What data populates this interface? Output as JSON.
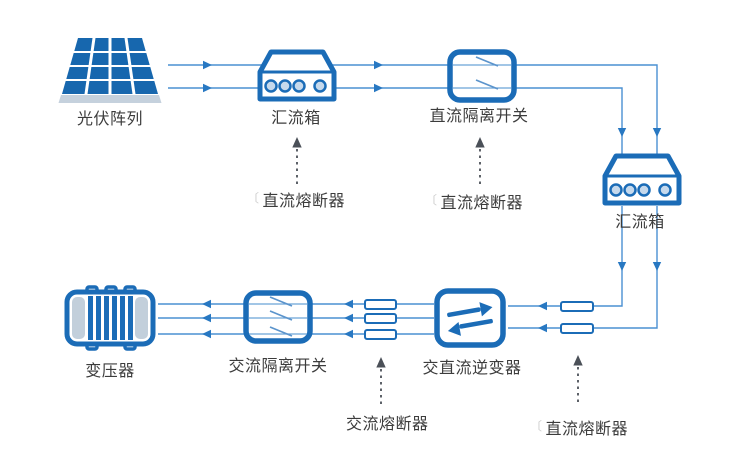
{
  "diagram": {
    "type": "flow-diagram",
    "subject": "photovoltaic power generation system wiring",
    "colors": {
      "background": "#ffffff",
      "component_border": "#1b6cb7",
      "wire": "#4a90d2",
      "arrowhead": "#2878c2",
      "component_fill": "#ffffff",
      "port_circle_fill": "#c6d9ec",
      "gray_panel": "#c2cfdb",
      "pv_cell": "#1767ae",
      "pv_base": "#c5d1dd",
      "dashed_annotation": "#4b5058",
      "label_text": "#3c3c3c",
      "bracket_artifact": "#cbcbcb"
    },
    "nodes": {
      "pv_array": {
        "label": "光伏阵列",
        "icon": "solar-panel"
      },
      "combiner_box_1": {
        "label": "汇流箱",
        "icon": "combiner-box"
      },
      "dc_isolator": {
        "label": "直流隔离开关",
        "icon": "switch-2-pole"
      },
      "combiner_box_2": {
        "label": "汇流箱",
        "icon": "combiner-box"
      },
      "transformer": {
        "label": "变压器",
        "icon": "transformer"
      },
      "ac_isolator": {
        "label": "交流隔离开关",
        "icon": "switch-3-pole"
      },
      "inverter": {
        "label": "交直流逆变器",
        "icon": "dc-ac-arrows"
      }
    },
    "annotations": {
      "dc_fuse_after_combiner_1": {
        "bracket": "〔",
        "label": "直流熔断器"
      },
      "dc_fuse_after_isolator": {
        "bracket": "〔",
        "label": "直流熔断器"
      },
      "ac_fuse": {
        "bracket": "",
        "label": "交流熔断器"
      },
      "dc_fuse_before_inverter": {
        "bracket": "〔",
        "label": "直流熔断器"
      }
    },
    "links": [
      {
        "from": "pv_array",
        "to": "combiner_box_1",
        "wires": 2,
        "direction": "right"
      },
      {
        "from": "combiner_box_1",
        "to": "dc_isolator",
        "wires": 2,
        "direction": "right"
      },
      {
        "from": "dc_isolator",
        "to": "combiner_box_2",
        "wires": 2,
        "direction": "down"
      },
      {
        "from": "combiner_box_2",
        "to": "inverter",
        "wires": 2,
        "direction": "left",
        "through": "dc_fuses"
      },
      {
        "from": "inverter",
        "to": "ac_isolator",
        "wires": 3,
        "direction": "left",
        "through": "ac_fuses"
      },
      {
        "from": "ac_isolator",
        "to": "transformer",
        "wires": 3,
        "direction": "left"
      }
    ]
  }
}
